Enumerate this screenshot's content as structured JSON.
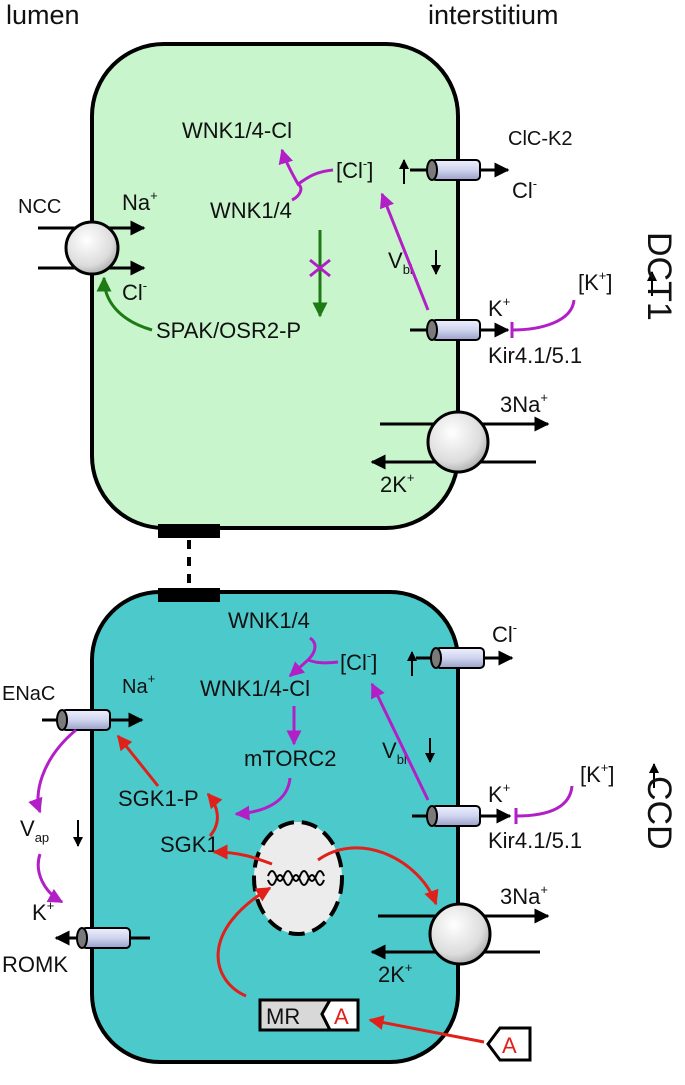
{
  "header": {
    "left": "lumen",
    "right": "interstitium"
  },
  "dct1": {
    "side_label": "DCT1",
    "ncc": "NCC",
    "na": "Na",
    "na_sup": "+",
    "cl": "Cl",
    "cl_sup": "-",
    "wnk_cl": "WNK1/4-Cl",
    "wnk": "WNK1/4",
    "spak": "SPAK/OSR2-P",
    "cl_conc": "[Cl",
    "cl_conc_sup": "-",
    "cl_conc_end": "]",
    "clc": "ClC-K2",
    "cl_out": "Cl",
    "cl_out_sup": "-",
    "vbl": "V",
    "vbl_sub": "bl",
    "k": "K",
    "k_sup": "+",
    "kir": "Kir4.1/5.1",
    "k_conc": "[K",
    "k_conc_sup": "+",
    "k_conc_end": "]",
    "na3": "3Na",
    "na3_sup": "+",
    "k2": "2K",
    "k2_sup": "+"
  },
  "ccd": {
    "side_label": "CCD",
    "enac": "ENaC",
    "na": "Na",
    "na_sup": "+",
    "wnk": "WNK1/4",
    "wnk_cl": "WNK1/4-Cl",
    "mtorc2": "mTORC2",
    "sgk1p": "SGK1-P",
    "sgk1": "SGK1",
    "cl_conc": "[Cl",
    "cl_conc_sup": "-",
    "cl_conc_end": "]",
    "cl_out": "Cl",
    "cl_out_sup": "-",
    "vbl": "V",
    "vbl_sub": "bl",
    "vap": "V",
    "vap_sub": "ap",
    "k": "K",
    "k_sup": "+",
    "kir": "Kir4.1/5.1",
    "k_conc": "[K",
    "k_conc_sup": "+",
    "k_conc_end": "]",
    "k_lumen": "K",
    "k_lumen_sup": "+",
    "romk": "ROMK",
    "na3": "3Na",
    "na3_sup": "+",
    "k2": "2K",
    "k2_sup": "+",
    "mr": "MR",
    "a_bound": "A",
    "a_free": "A"
  },
  "colors": {
    "dct1_fill": "#c9f5cc",
    "ccd_fill": "#4ccacb",
    "magenta": "#b21fc7",
    "green": "#1e7a14",
    "red": "#e0201a"
  }
}
